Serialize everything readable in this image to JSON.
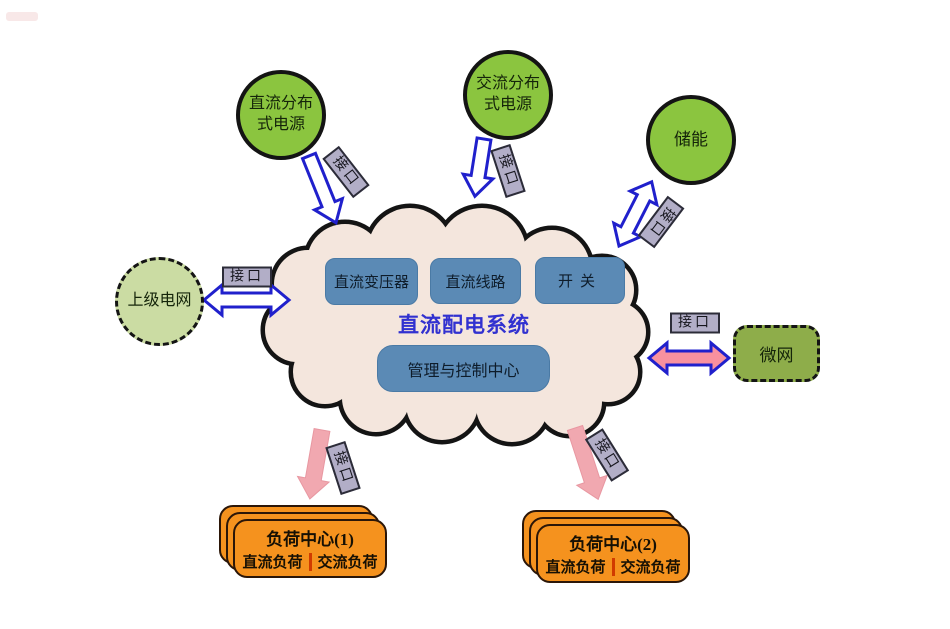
{
  "title": "直流配电系统",
  "interface_label": "接口",
  "nodes": {
    "dc_source": {
      "line1": "直流分布",
      "line2": "式电源"
    },
    "ac_source": {
      "line1": "交流分布",
      "line2": "式电源"
    },
    "storage": {
      "label": "储能"
    },
    "upper_grid": {
      "label": "上级电网"
    },
    "microgrid": {
      "label": "微网"
    },
    "components": [
      {
        "label": "直流变压器"
      },
      {
        "label": "直流线路"
      },
      {
        "label": "开关"
      }
    ],
    "control_center": {
      "label": "管理与控制中心"
    },
    "load_centers": [
      {
        "title": "负荷中心(1)",
        "dc_load": "直流负荷",
        "ac_load": "交流负荷"
      },
      {
        "title": "负荷中心(2)",
        "dc_load": "直流负荷",
        "ac_load": "交流负荷"
      }
    ]
  },
  "colors": {
    "source_green": "#8bc53f",
    "upper_grid_green": "#cbdca3",
    "microgrid_olive": "#8ead4a",
    "cloud_fill": "#f4e6dd",
    "component_blue": "#5b8ab5",
    "title_blue": "#3131d0",
    "load_orange": "#f5921e",
    "pink_arrow": "#f2a9b2",
    "arrow_blue_outline": "#2020cc",
    "interface_gray": "#b2aec7",
    "load_divider_red": "#d13b00",
    "outline_black": "#141414"
  }
}
